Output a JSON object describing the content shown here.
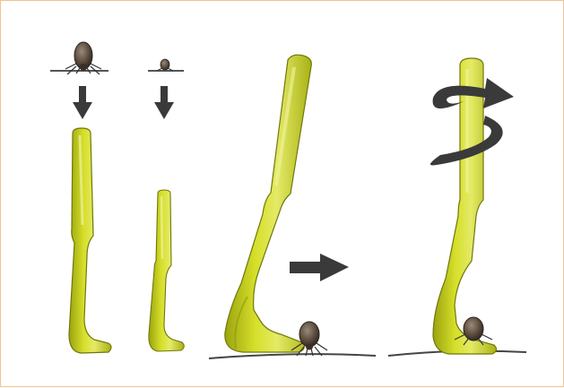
{
  "figure": {
    "kind": "tick-removal-hook-instructions",
    "text": [],
    "panels": [
      {
        "name": "large-tick-large-hook",
        "tick_size": "large",
        "hook_size": "large",
        "arrow": "arrow-down-icon"
      },
      {
        "name": "small-tick-small-hook",
        "tick_size": "small",
        "hook_size": "small",
        "arrow": "arrow-down-icon"
      },
      {
        "name": "slide-hook-under-tick",
        "arrow": "arrow-right-icon"
      },
      {
        "name": "twist-hook-to-remove-tick",
        "arrow": "rotate-arrow-icon"
      }
    ],
    "colors": {
      "hook": "#c8d217",
      "hook_shadow": "#8f9a0c",
      "hook_highlight": "#e3ea6a",
      "arrow": "#3a3a3a",
      "tick_body": "#5a4a3c",
      "skin_line": "#444444",
      "border": "#f2c48f"
    }
  }
}
